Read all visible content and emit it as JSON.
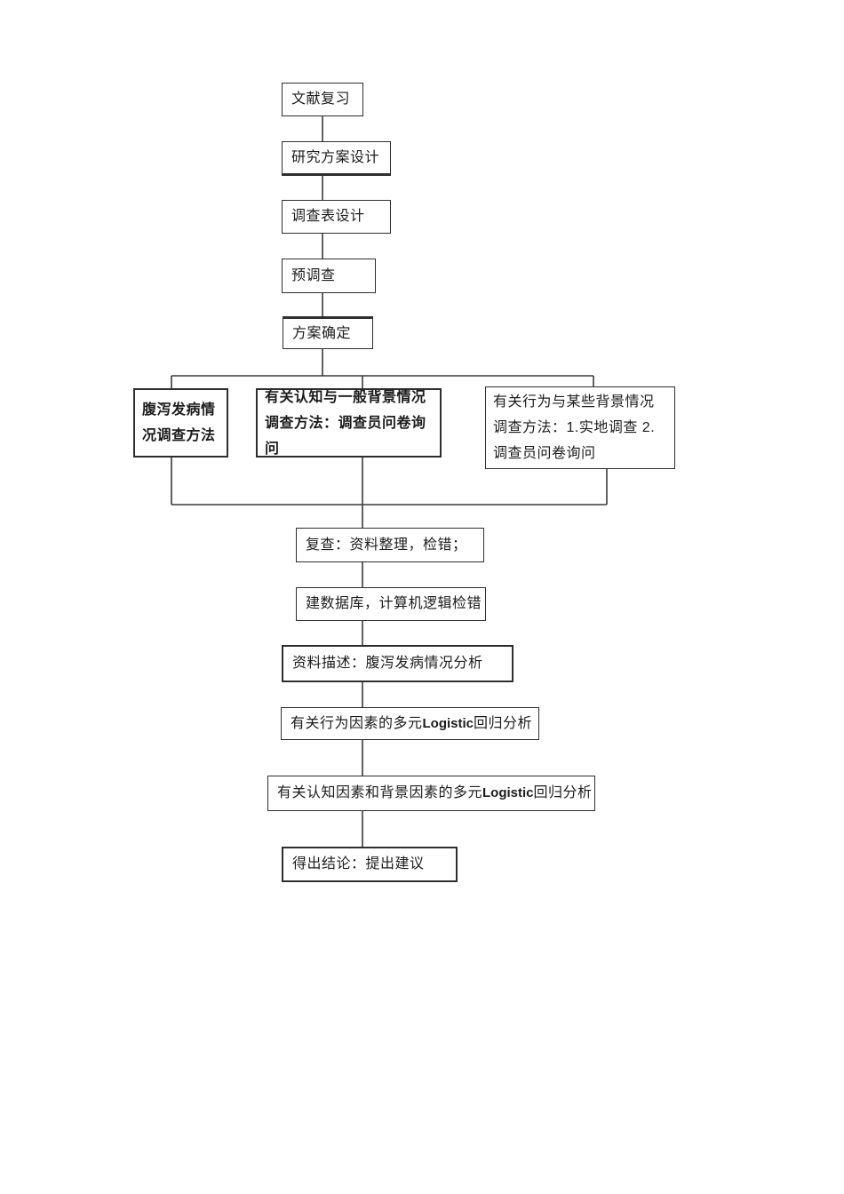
{
  "diagram": {
    "type": "flowchart",
    "language": "zh",
    "colors": {
      "line": "#3a3a3a",
      "border": "#2e2e2e",
      "text": "#1c1c1c",
      "background": "#ffffff"
    },
    "nodes": {
      "literature_review": {
        "text": "文献复习"
      },
      "study_plan_design": {
        "text": "研究方案设计"
      },
      "questionnaire_design": {
        "text": "调查表设计"
      },
      "pilot_survey": {
        "text": "预调查"
      },
      "plan_finalized": {
        "text": "方案确定"
      },
      "diarrhea_incidence_method": {
        "text": "腹泻发病情况调查方法"
      },
      "cognition_background_method": {
        "text": "有关认知与一般背景情况调查方法：调查员问卷询问"
      },
      "behavior_background_method": {
        "text": "有关行为与某些背景情况调查方法：1.实地调查 2.调查员问卷询问"
      },
      "recheck_data": {
        "text": "复查：资料整理，检错；"
      },
      "build_database": {
        "text": "建数据库，计算机逻辑检错"
      },
      "data_description": {
        "text": "资料描述：腹泻发病情况分析"
      },
      "behavior_logistic": {
        "pre": "有关行为因素的多元 ",
        "latin": "Logistic",
        "post": " 回归分析"
      },
      "cognition_logistic": {
        "pre": "有关认知因素和背景因素的多元 ",
        "latin": "Logistic",
        "post": " 回归分析"
      },
      "conclusion": {
        "text": "得出结论：提出建议"
      }
    }
  }
}
